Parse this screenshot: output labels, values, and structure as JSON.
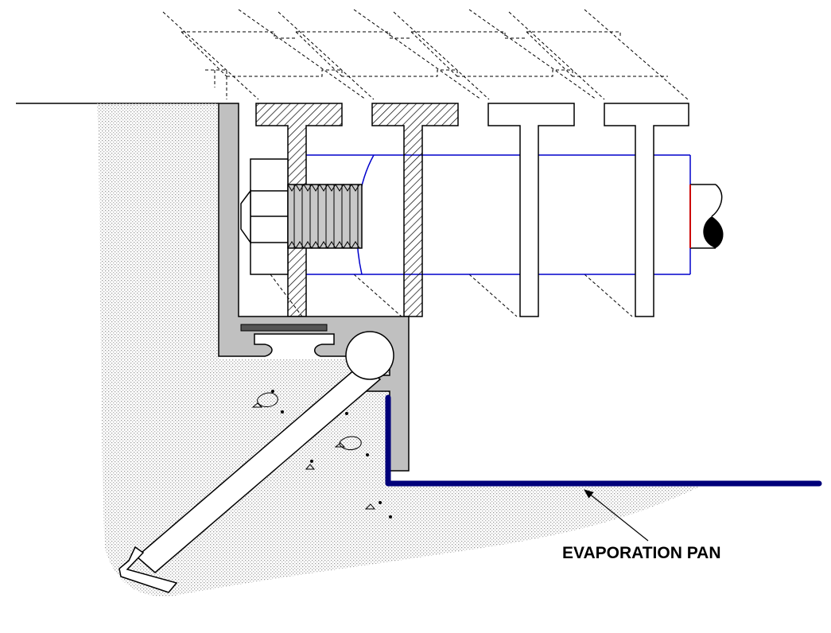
{
  "diagram": {
    "callout": {
      "label": "EVAPORATION PAN"
    },
    "colors": {
      "line": "#000000",
      "aluminum": "#c0c0c0",
      "concrete_dot": "#9a9a9a",
      "rod": "#0000cc",
      "pan": "#00007a",
      "gasket": "#cc0000",
      "background": "#ffffff"
    },
    "parts": [
      "concrete-slab",
      "anchor-extrusion",
      "anchor-rod",
      "hex-bolt",
      "grating-bars",
      "cross-rod",
      "evaporation-pan",
      "grating-outline"
    ]
  }
}
